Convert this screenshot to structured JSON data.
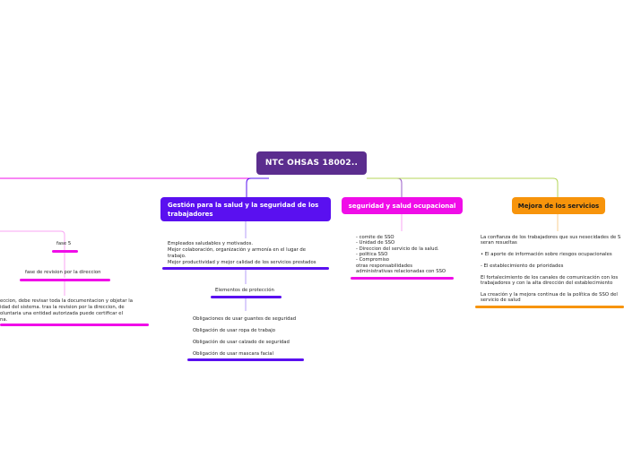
{
  "root": {
    "label": "NTC OHSAS 18002.."
  },
  "branches": [
    {
      "label": "Gestión para la salud y la seguridad de los trabajadores",
      "color": "#5a10f0",
      "text": [
        "Empleados saludables y motivados.",
        "Mejor colaboración, organización y armonía en el lugar de",
        "trabajo.",
        "Mejor productividad y mejor calidad de los servicios prestados"
      ],
      "child": {
        "label": "Elementos de protección",
        "items": [
          "Obligaciones de usar guantes de seguridad",
          "Obligación de usar ropa de trabajo",
          "Obligación de usar calzado de seguridad",
          "Obligación de usar mascara facial"
        ]
      }
    },
    {
      "label": "seguridad y salud ocupacional",
      "color": "#f00de8",
      "text": [
        "- comite de SSO",
        "- Unidad de SSO",
        "- Direccion del servicio de la salud.",
        "- politica SSO",
        "- Compromiso",
        "otras responsabilidades",
        "administrativas relacionadas con SSO"
      ]
    },
    {
      "label": "Mejora de los servicios",
      "color": "#f7940b",
      "text": [
        "La confianza de los trabajadores que sus nesecidades de S",
        "seran resueltas",
        "• El aporte de información sobre riesgos ocupacionales",
        "- El establecimiento de prioridades",
        "El fortalecimiento de los canales de comunicación con los",
        "trabajadores y con la alta dirección del establecimiento",
        "La creación y la mejora continua de la política de SSO del",
        "servicio de salud"
      ]
    }
  ],
  "left_branch": {
    "color": "#f00de8",
    "fase_label": "fase 5",
    "revision_label": "fase de revision por la direccion",
    "text": [
      "eccion, debe revisar toda la documentacion y objetar la",
      "idad del sistema. tras la revision por la direccion, de",
      "oluntaria una entidad autorizada puede certificar el",
      "na."
    ]
  }
}
